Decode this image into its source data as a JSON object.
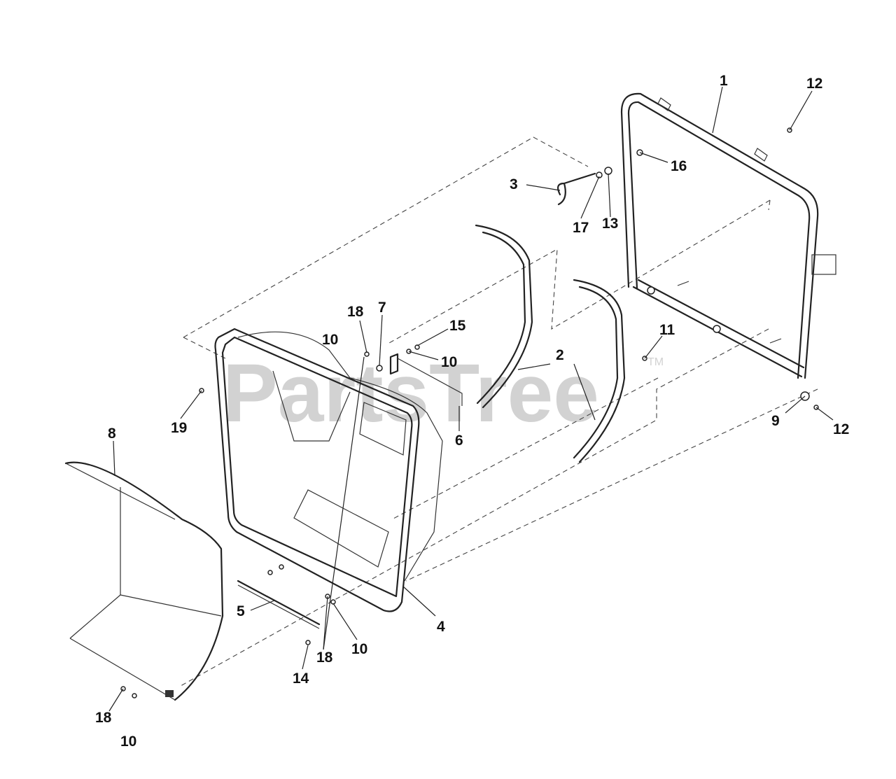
{
  "watermark": {
    "text": "PartsTree",
    "trademark": "TM"
  },
  "callouts": [
    {
      "id": "c1",
      "label": "1"
    },
    {
      "id": "c12a",
      "label": "12"
    },
    {
      "id": "c16",
      "label": "16"
    },
    {
      "id": "c3",
      "label": "3"
    },
    {
      "id": "c17",
      "label": "17"
    },
    {
      "id": "c13",
      "label": "13"
    },
    {
      "id": "c18a",
      "label": "18"
    },
    {
      "id": "c7",
      "label": "7"
    },
    {
      "id": "c15",
      "label": "15"
    },
    {
      "id": "c10a",
      "label": "10"
    },
    {
      "id": "c10b",
      "label": "10"
    },
    {
      "id": "c2",
      "label": "2"
    },
    {
      "id": "c11",
      "label": "11"
    },
    {
      "id": "c19",
      "label": "19"
    },
    {
      "id": "c6",
      "label": "6"
    },
    {
      "id": "c9",
      "label": "9"
    },
    {
      "id": "c12b",
      "label": "12"
    },
    {
      "id": "c8",
      "label": "8"
    },
    {
      "id": "c5",
      "label": "5"
    },
    {
      "id": "c4",
      "label": "4"
    },
    {
      "id": "c10c",
      "label": "10"
    },
    {
      "id": "c18b",
      "label": "18"
    },
    {
      "id": "c14",
      "label": "14"
    },
    {
      "id": "c18c",
      "label": "18"
    },
    {
      "id": "c10d",
      "label": "10"
    }
  ]
}
